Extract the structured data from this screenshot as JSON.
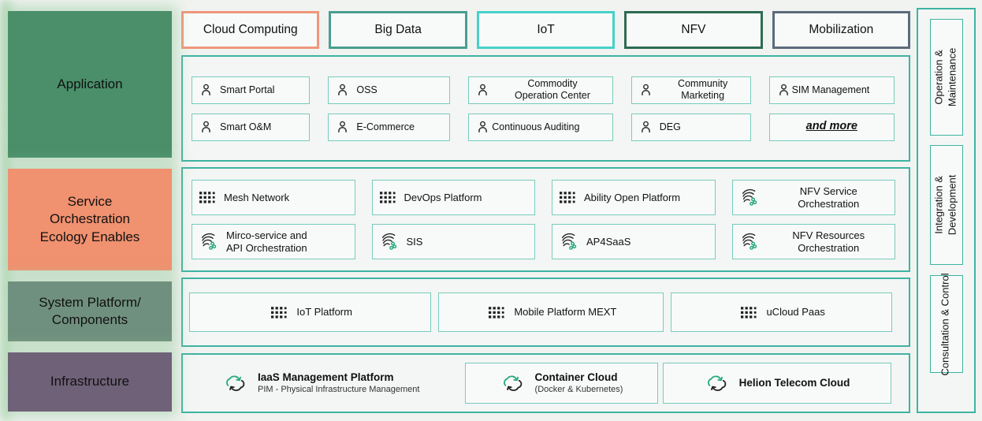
{
  "palette": {
    "container_border": "#3eb3a2",
    "item_border": "#79cbbd",
    "icon_green": "#2aa87e",
    "icon_black": "#232323",
    "glow_green": "#b4d7b6"
  },
  "left_sections": [
    {
      "label": "Application",
      "color": "#4a8f6a"
    },
    {
      "label": "Service\nOrchestration\nEcology Enables",
      "color": "#f0916f"
    },
    {
      "label": "System Platform/\nComponents",
      "color": "#70907f"
    },
    {
      "label": "Infrastructure",
      "color": "#6f6178"
    }
  ],
  "header_tags": [
    {
      "label": "Cloud Computing",
      "border": "#ef977a"
    },
    {
      "label": "Big Data",
      "border": "#4a9e90"
    },
    {
      "label": "IoT",
      "border": "#47d1c9"
    },
    {
      "label": "NFV",
      "border": "#2e6b52"
    },
    {
      "label": "Mobilization",
      "border": "#5c6b7c"
    }
  ],
  "application": {
    "items": [
      {
        "icon": "person-icon",
        "label": "Smart Portal"
      },
      {
        "icon": "person-icon",
        "label": "OSS"
      },
      {
        "icon": "person-icon",
        "label": "Commodity\nOperation Center"
      },
      {
        "icon": "person-icon",
        "label": "Community\nMarketing"
      },
      {
        "icon": "person-icon",
        "label": "SIM Management"
      },
      {
        "icon": "person-icon",
        "label": "Smart O&M"
      },
      {
        "icon": "person-icon",
        "label": "E-Commerce"
      },
      {
        "icon": "person-icon",
        "label": "Continuous Auditing"
      },
      {
        "icon": "person-icon",
        "label": "DEG"
      },
      {
        "icon": "none",
        "label": "and more"
      }
    ]
  },
  "services": {
    "items": [
      {
        "icon": "grid-icon",
        "label": "Mesh Network"
      },
      {
        "icon": "grid-icon",
        "label": "DevOps Platform"
      },
      {
        "icon": "grid-icon",
        "label": "Ability Open Platform"
      },
      {
        "icon": "flow-icon",
        "label": "NFV Service\nOrchestration"
      },
      {
        "icon": "flow-icon",
        "label": "Mirco-service and\nAPI Orchestration"
      },
      {
        "icon": "flow-icon",
        "label": "SIS"
      },
      {
        "icon": "flow-icon",
        "label": "AP4SaaS"
      },
      {
        "icon": "flow-icon",
        "label": "NFV Resources\nOrchestration"
      }
    ]
  },
  "platforms": {
    "items": [
      {
        "icon": "grid-icon",
        "label": "IoT Platform"
      },
      {
        "icon": "grid-icon",
        "label": "Mobile Platform MEXT"
      },
      {
        "icon": "grid-icon",
        "label": "uCloud Paas"
      }
    ]
  },
  "infrastructure": {
    "items": [
      {
        "icon": "cloud-sync-icon",
        "title": "IaaS Management Platform",
        "subtitle": "PIM - Physical Infrastructure Management"
      },
      {
        "icon": "cloud-sync-icon",
        "title": "Container Cloud",
        "subtitle": "(Docker & Kubernetes)"
      },
      {
        "icon": "cloud-sync-icon",
        "title": "Helion Telecom Cloud",
        "subtitle": ""
      }
    ]
  },
  "right_sections": [
    {
      "line1": "Operation &",
      "line2": "Maintenance"
    },
    {
      "line1": "Integration &",
      "line2": "Development"
    },
    {
      "line1": "Consultation & Control",
      "line2": ""
    }
  ]
}
